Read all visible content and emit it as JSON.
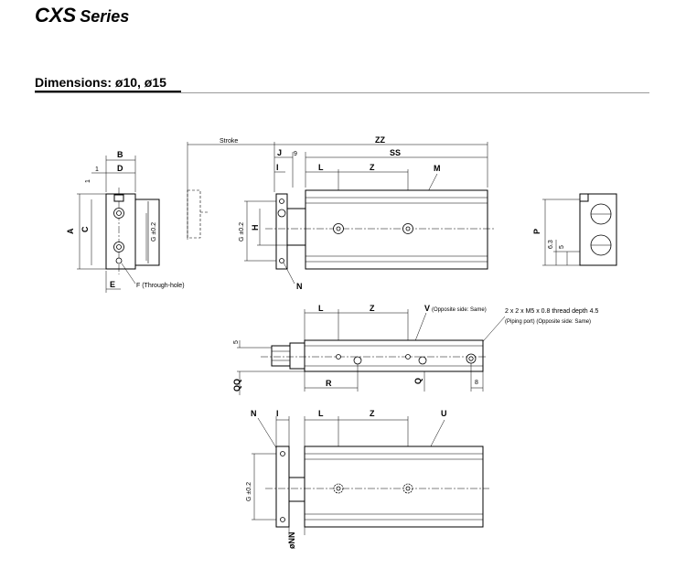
{
  "header": {
    "model": "CXS",
    "series_word": "Series"
  },
  "section": {
    "title": "Dimensions: ø10, ø15"
  },
  "labels": {
    "B": "B",
    "D": "D",
    "one_a": "1",
    "one_b": "1",
    "A": "A",
    "C": "C",
    "G_tol": "G ±0.2",
    "E": "E",
    "F_label": "F (Through-hole)",
    "stroke": "Stroke",
    "ZZ": "ZZ",
    "J": "J",
    "nine": "9",
    "SS": "SS",
    "I": "I",
    "L": "L",
    "Z": "Z",
    "M": "M",
    "H": "H",
    "N": "N",
    "P": "P",
    "six_three": "6.3",
    "five": "5",
    "V_label": "V",
    "V_note": "(Opposite side: Same)",
    "thread_note": "2 x 2 x M5 x 0.8 thread depth 4.5",
    "piping_note": "(Piping port) (Opposite side: Same)",
    "QQ": "QQ",
    "R": "R",
    "Q": "Q",
    "eight": "8",
    "U": "U",
    "NN": "øNN"
  }
}
